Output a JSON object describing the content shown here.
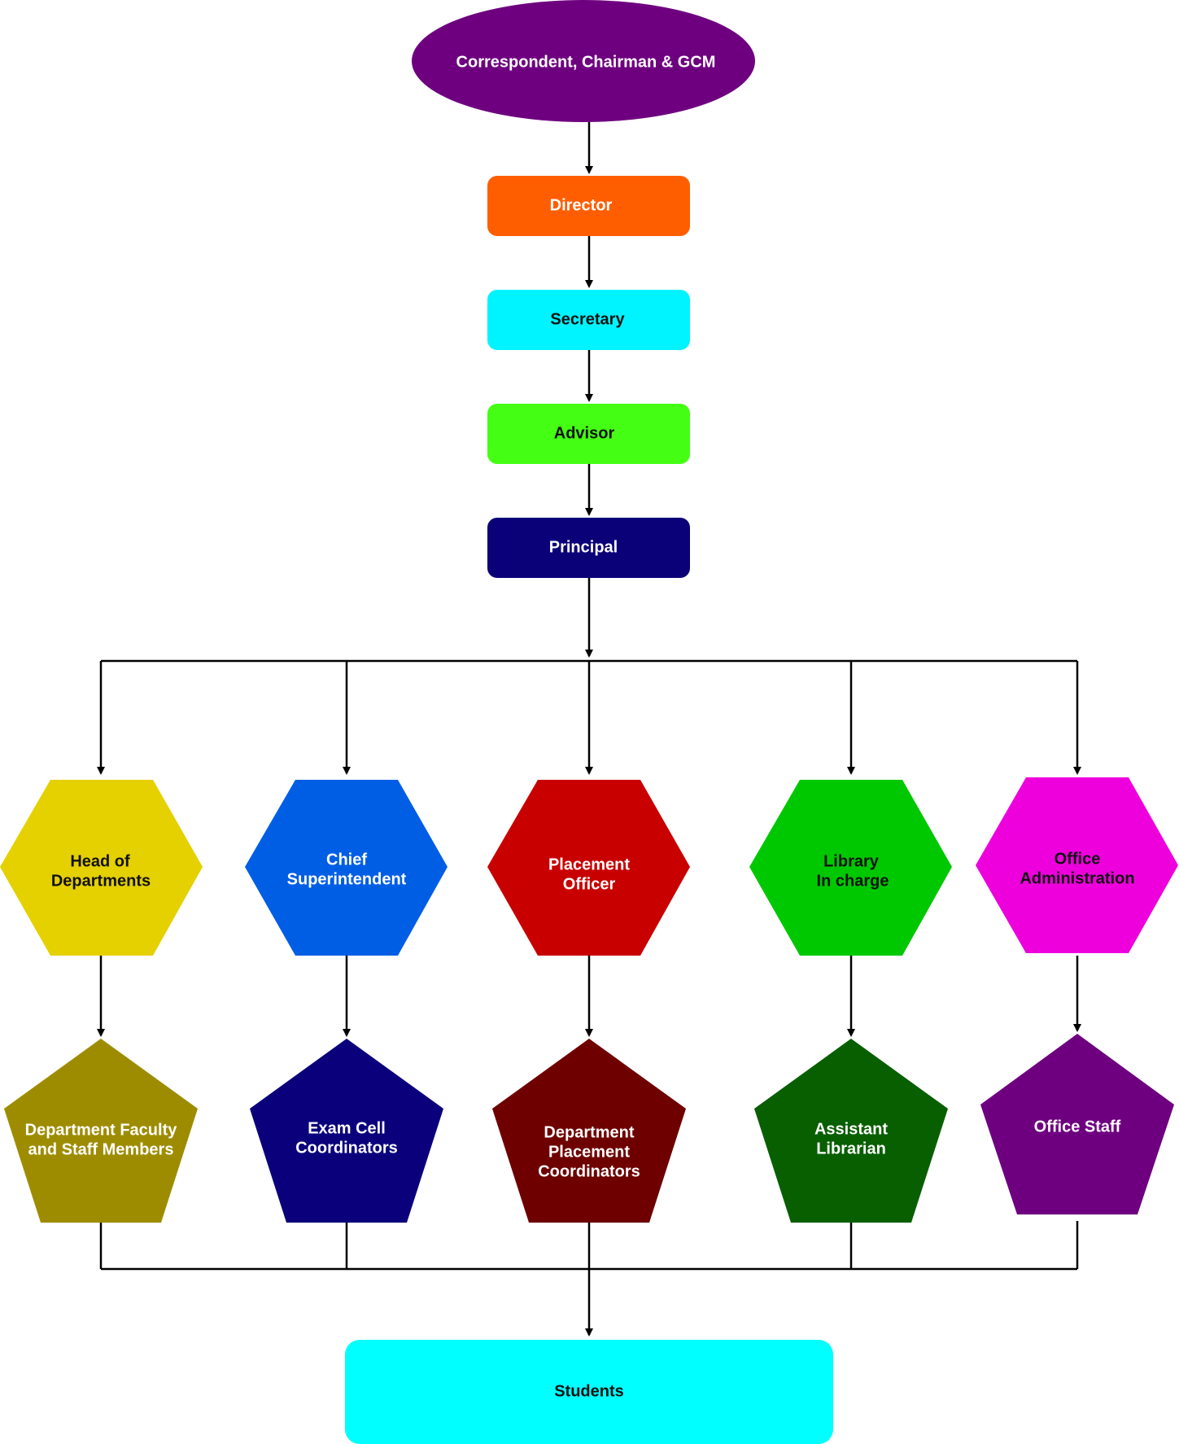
{
  "nodes": {
    "top": {
      "label": "Correspondent, Chairman & GCM",
      "color": "#6e007f",
      "text_color": "#ffffff"
    },
    "director": {
      "label": "Director",
      "color": "#ff5e00",
      "text_color": "#ffffff"
    },
    "secretary": {
      "label": "Secretary",
      "color": "#00f4ff",
      "text_color": "#111111"
    },
    "advisor": {
      "label": "Advisor",
      "color": "#44ff14",
      "text_color": "#111111"
    },
    "principal": {
      "label": "Principal",
      "color": "#0a0078",
      "text_color": "#ffffff"
    },
    "hod": {
      "line1": "Head of",
      "line2": "Departments",
      "color": "#e5d000",
      "text_color": "#111111"
    },
    "chief": {
      "line1": "Chief",
      "line2": "Superintendent",
      "color": "#005ee5",
      "text_color": "#ffffff"
    },
    "placement": {
      "line1": "Placement",
      "line2": "Officer",
      "color": "#c80000",
      "text_color": "#ffffff"
    },
    "library": {
      "line1": "Library",
      "line2": "In charge",
      "color": "#00c800",
      "text_color": "#111111"
    },
    "office": {
      "line1": "Office",
      "line2": "Administration",
      "color": "#ee00dd",
      "text_color": "#111111"
    },
    "faculty": {
      "line1": "Department Faculty",
      "line2": "and Staff Members",
      "color": "#9e8c00",
      "text_color": "#ffffff"
    },
    "exam": {
      "line1": "Exam Cell",
      "line2": "Coordinators",
      "color": "#0a007c",
      "text_color": "#ffffff"
    },
    "deptplace": {
      "line1": "Department",
      "line2": "Placement",
      "line3": "Coordinators",
      "color": "#6e0000",
      "text_color": "#ffffff"
    },
    "asstlib": {
      "line1": "Assistant",
      "line2": "Librarian",
      "color": "#075f00",
      "text_color": "#ffffff"
    },
    "offstaff": {
      "label": "Office Staff",
      "color": "#6e007f",
      "text_color": "#ffffff"
    },
    "students": {
      "label": "Students",
      "color": "#00ffff",
      "text_color": "#111111"
    }
  },
  "colors": {
    "connector": "#000000"
  }
}
